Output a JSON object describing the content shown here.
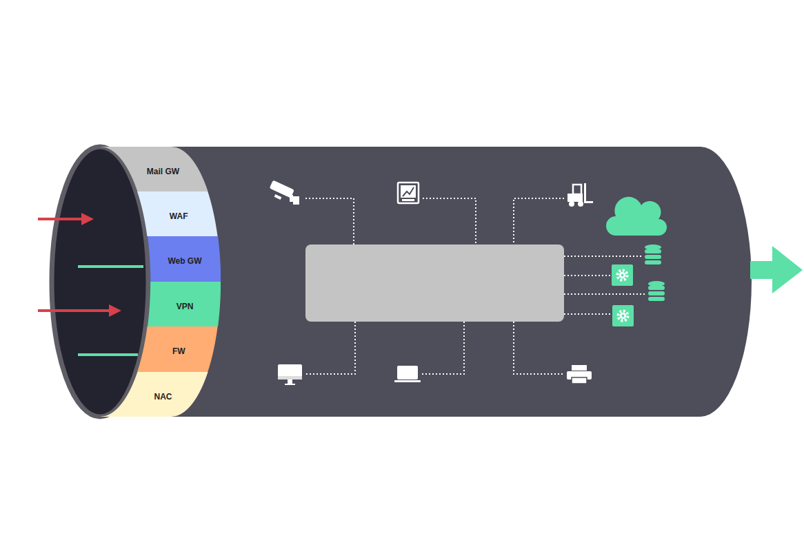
{
  "diagram": {
    "nodes": [
      {
        "text": [
          "Mail GW"
        ]
      },
      {
        "text": [
          "WAF"
        ]
      },
      {
        "text": [
          "Web GW"
        ]
      },
      {
        "text": [
          "VPN"
        ]
      },
      {
        "text": [
          "FW"
        ]
      },
      {
        "text": [
          "NAC"
        ]
      }
    ]
  }
}
